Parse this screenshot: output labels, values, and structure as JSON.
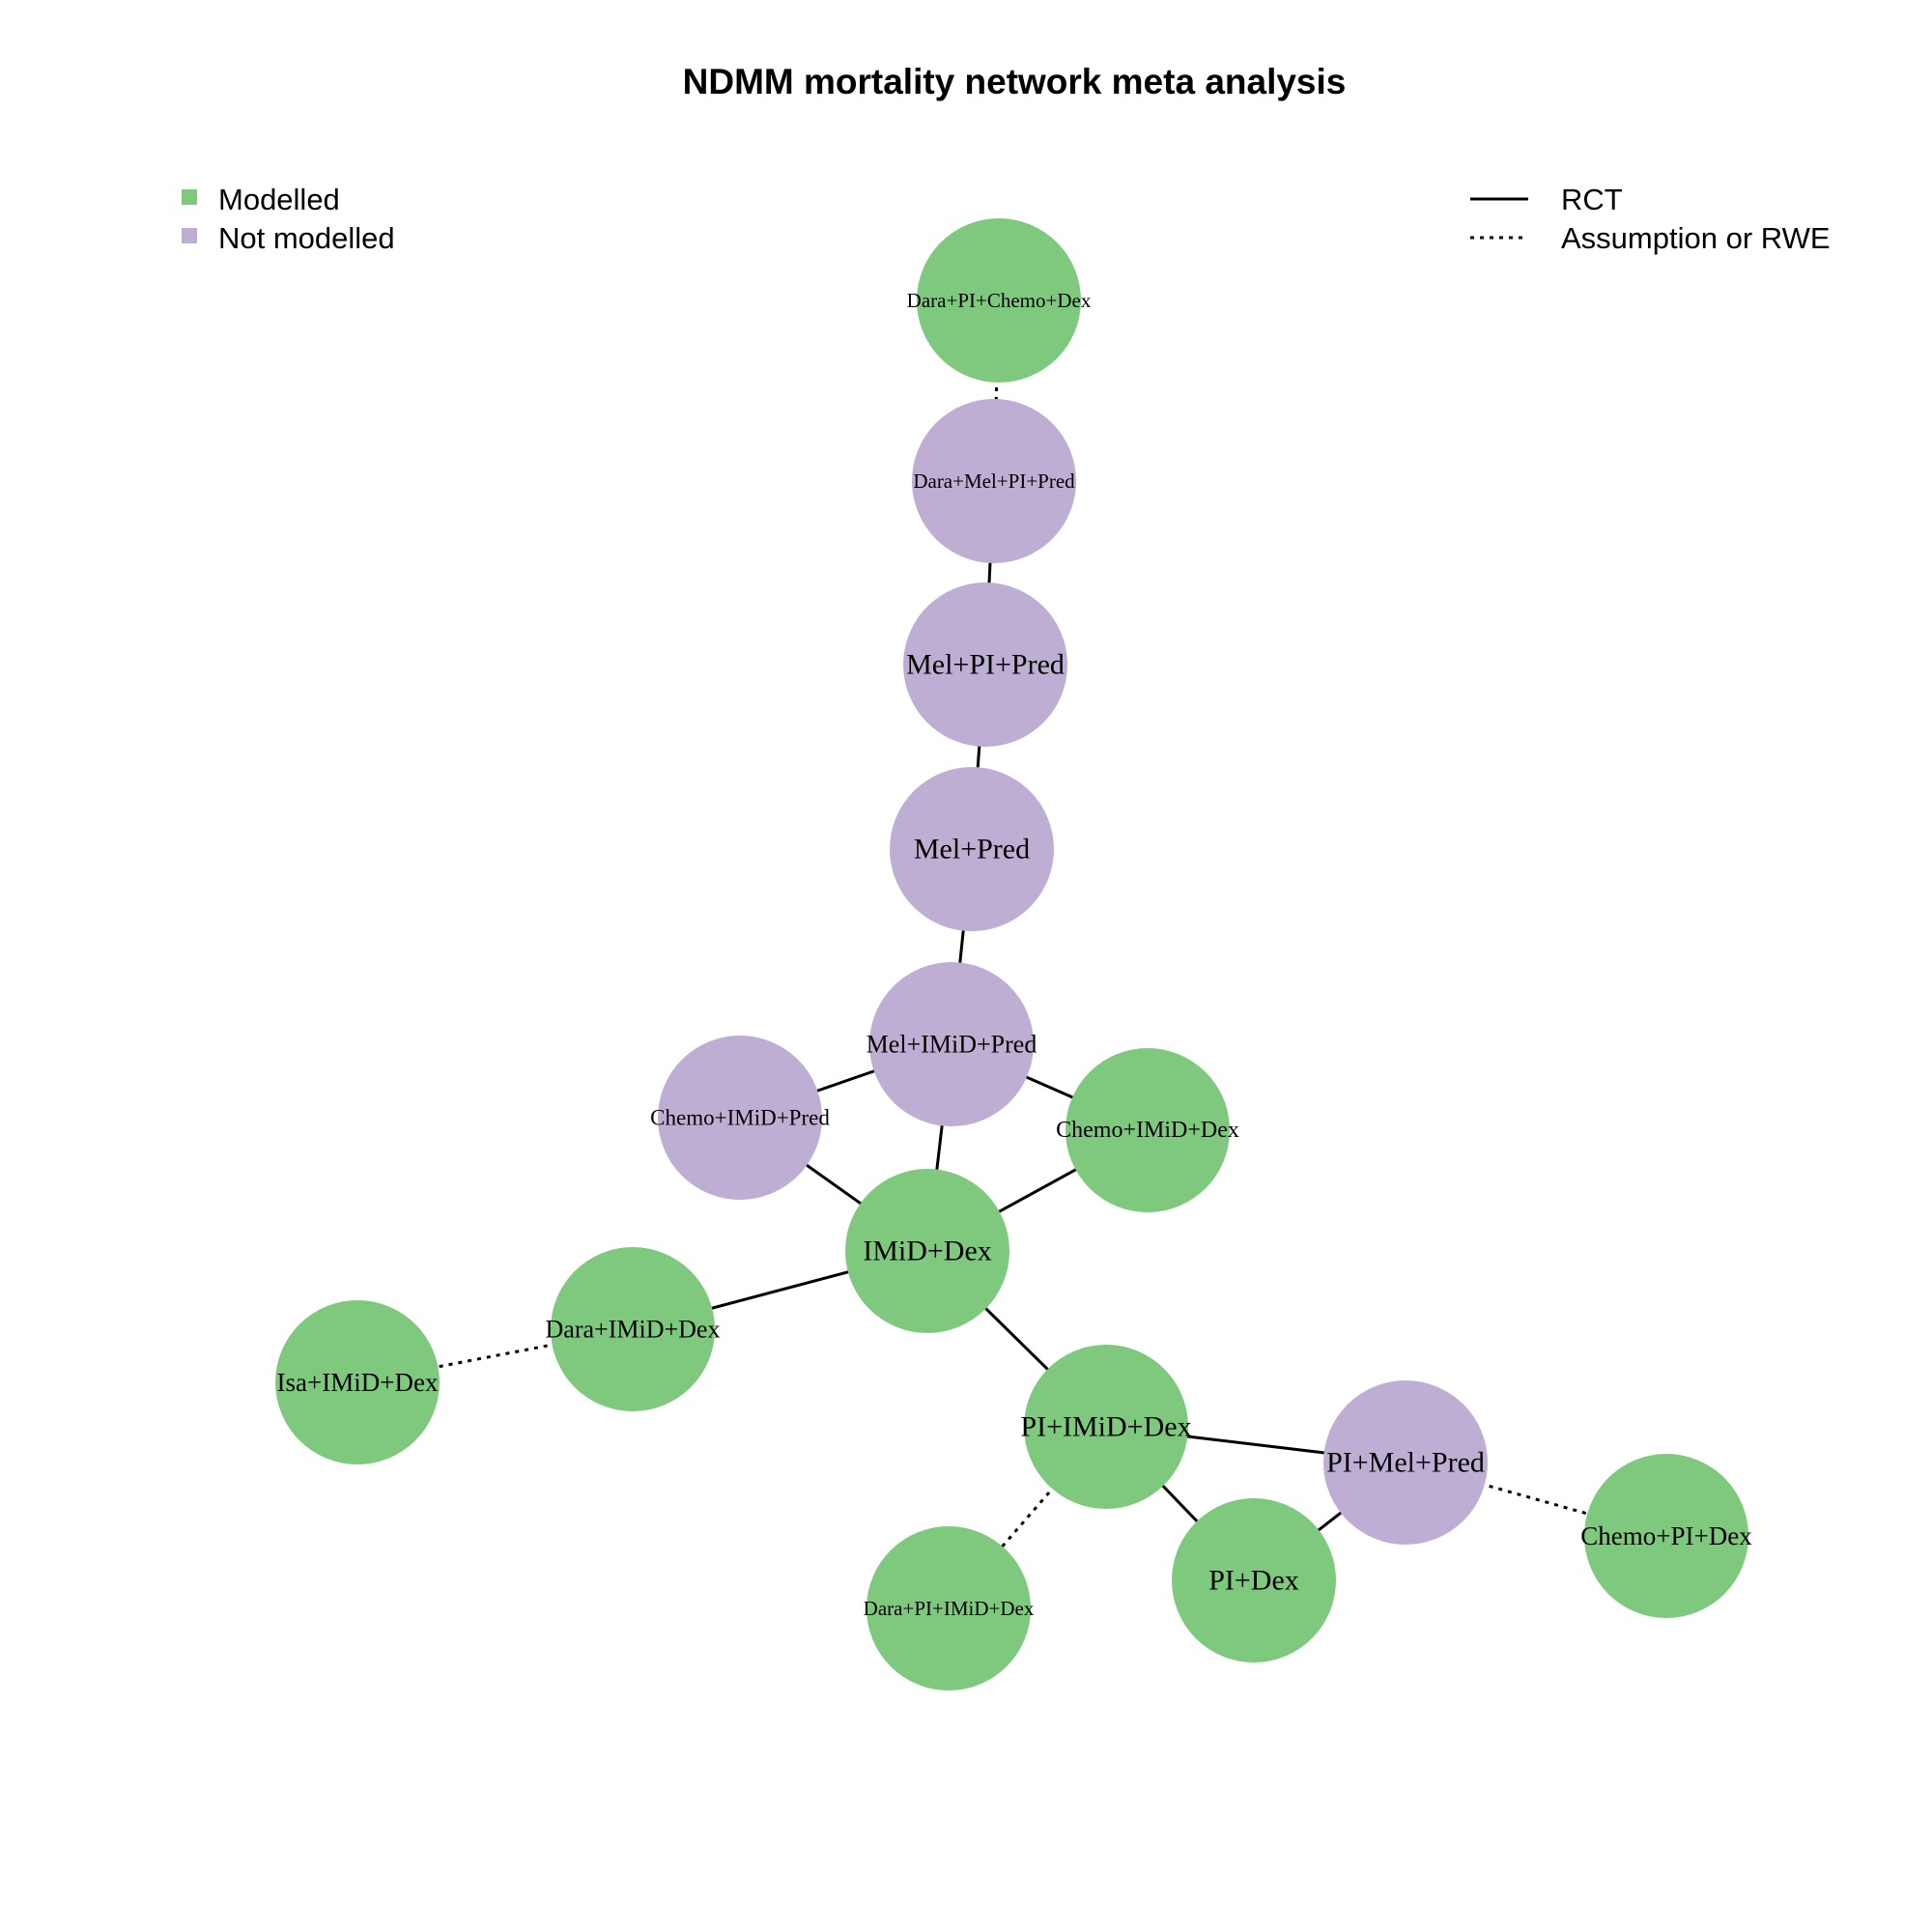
{
  "title": "NDMM mortality network meta analysis",
  "colors": {
    "modelled": "#7fc97f",
    "not_modelled": "#beaed4",
    "edge": "#000000"
  },
  "legend_nodes": [
    {
      "label": "Modelled",
      "status": "modelled"
    },
    {
      "label": "Not modelled",
      "status": "not_modelled"
    }
  ],
  "legend_edges": [
    {
      "label": "RCT",
      "style": "solid"
    },
    {
      "label": "Assumption or RWE",
      "style": "dotted"
    }
  ],
  "nodes": [
    {
      "id": "dara-pi-chemo-dex",
      "label": "Dara+PI+Chemo+Dex",
      "status": "modelled"
    },
    {
      "id": "dara-mel-pi-pred",
      "label": "Dara+Mel+PI+Pred",
      "status": "not_modelled"
    },
    {
      "id": "mel-pi-pred",
      "label": "Mel+PI+Pred",
      "status": "not_modelled"
    },
    {
      "id": "mel-pred",
      "label": "Mel+Pred",
      "status": "not_modelled"
    },
    {
      "id": "mel-imid-pred",
      "label": "Mel+IMiD+Pred",
      "status": "not_modelled"
    },
    {
      "id": "chemo-imid-pred",
      "label": "Chemo+IMiD+Pred",
      "status": "not_modelled"
    },
    {
      "id": "chemo-imid-dex",
      "label": "Chemo+IMiD+Dex",
      "status": "modelled"
    },
    {
      "id": "imid-dex",
      "label": "IMiD+Dex",
      "status": "modelled"
    },
    {
      "id": "dara-imid-dex",
      "label": "Dara+IMiD+Dex",
      "status": "modelled"
    },
    {
      "id": "isa-imid-dex",
      "label": "Isa+IMiD+Dex",
      "status": "modelled"
    },
    {
      "id": "pi-imid-dex",
      "label": "PI+IMiD+Dex",
      "status": "modelled"
    },
    {
      "id": "pi-mel-pred",
      "label": "PI+Mel+Pred",
      "status": "not_modelled"
    },
    {
      "id": "chemo-pi-dex",
      "label": "Chemo+PI+Dex",
      "status": "modelled"
    },
    {
      "id": "dara-pi-imid-dex",
      "label": "Dara+PI+IMiD+Dex",
      "status": "modelled"
    },
    {
      "id": "pi-dex",
      "label": "PI+Dex",
      "status": "modelled"
    }
  ],
  "edges": [
    {
      "source": "dara-pi-chemo-dex",
      "target": "dara-mel-pi-pred",
      "type": "dotted"
    },
    {
      "source": "dara-mel-pi-pred",
      "target": "mel-pi-pred",
      "type": "solid"
    },
    {
      "source": "mel-pi-pred",
      "target": "mel-pred",
      "type": "solid"
    },
    {
      "source": "mel-pred",
      "target": "mel-imid-pred",
      "type": "solid"
    },
    {
      "source": "mel-imid-pred",
      "target": "chemo-imid-pred",
      "type": "solid"
    },
    {
      "source": "mel-imid-pred",
      "target": "chemo-imid-dex",
      "type": "solid"
    },
    {
      "source": "mel-imid-pred",
      "target": "imid-dex",
      "type": "solid"
    },
    {
      "source": "chemo-imid-pred",
      "target": "imid-dex",
      "type": "solid"
    },
    {
      "source": "chemo-imid-dex",
      "target": "imid-dex",
      "type": "solid"
    },
    {
      "source": "imid-dex",
      "target": "dara-imid-dex",
      "type": "solid"
    },
    {
      "source": "dara-imid-dex",
      "target": "isa-imid-dex",
      "type": "dotted"
    },
    {
      "source": "imid-dex",
      "target": "pi-imid-dex",
      "type": "solid"
    },
    {
      "source": "pi-imid-dex",
      "target": "pi-mel-pred",
      "type": "solid"
    },
    {
      "source": "pi-imid-dex",
      "target": "pi-dex",
      "type": "solid"
    },
    {
      "source": "pi-mel-pred",
      "target": "pi-dex",
      "type": "solid"
    },
    {
      "source": "pi-mel-pred",
      "target": "chemo-pi-dex",
      "type": "dotted"
    },
    {
      "source": "pi-imid-dex",
      "target": "dara-pi-imid-dex",
      "type": "dotted"
    }
  ]
}
